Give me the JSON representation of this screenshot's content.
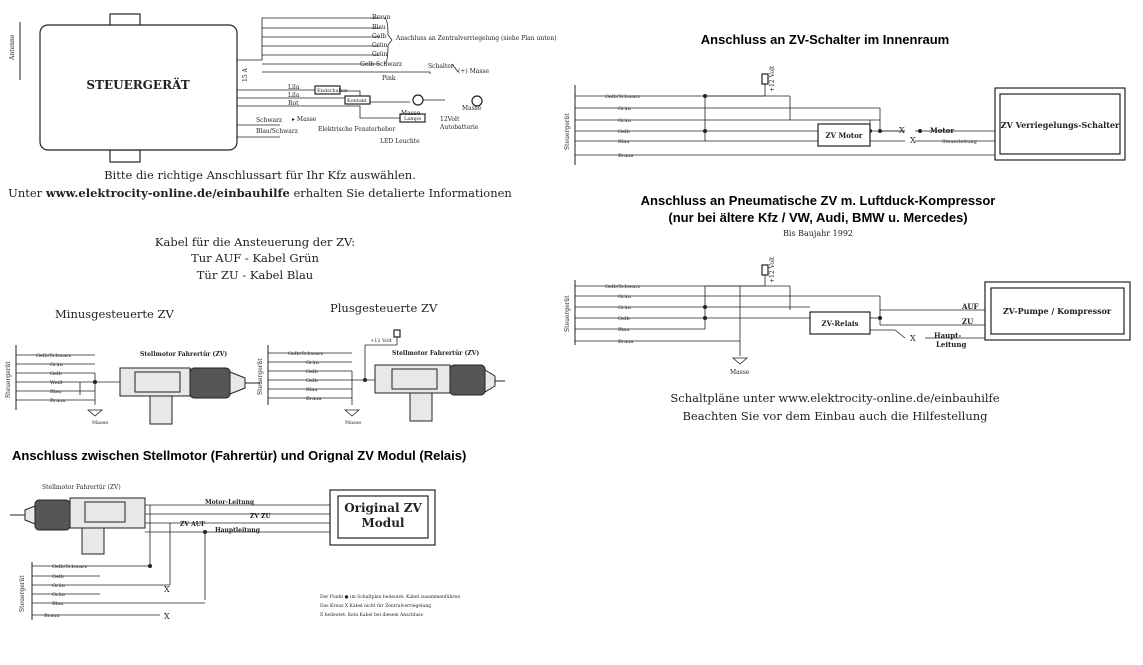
{
  "top_left": {
    "antenna": "Antenne",
    "unit": "STEUERGERÄT",
    "fuse": "15 A",
    "wires": [
      "Braun",
      "Blau",
      "Gelb",
      "Grün",
      "Grün",
      "Gelb Schwarz",
      "Pink",
      "Lila",
      "Lila",
      "Rot",
      "Schwarz",
      "Blau/Schwarz"
    ],
    "zv_note": "Anschluss an Zentralverriegelung (siehe Plan unten)",
    "switch": "Schalter",
    "masse": "Masse",
    "plus_masse": "(+) Masse",
    "masse2": "Masse",
    "auto": "Autobatterie",
    "volt12": "12Volt",
    "endschalter": "Endschalter",
    "kontakt": "Kontakt",
    "lampe": "Lampe",
    "fenster": "Elektrische Fensterheber",
    "led": "LED Leuchte",
    "masse_arrow": "▸ Masse",
    "note1": "Bitte die richtige Anschlussart für Ihr Kfz auswählen.",
    "note2_pre": "Unter ",
    "note2_link": "www.elektrocity-online.de/einbauhilfe",
    "note2_post": " erhalten Sie detalierte Informationen"
  },
  "cable": {
    "line1": "Kabel für die Ansteuerung der ZV:",
    "line2": "Tur AUF  -  Kabel Grün",
    "line3": "Tür ZU  -  Kabel Blau"
  },
  "minus": {
    "title": "Minusgesteuerte ZV",
    "side": "Steuergerät",
    "wires": [
      "Gelb/Schwarz",
      "Grün",
      "Gelb",
      "Weiß",
      "Blau",
      "Braun"
    ],
    "motor": "Stellmotor Fahrertür (ZV)",
    "masse": "Masse"
  },
  "plus": {
    "title": "Plusgesteuerte ZV",
    "side": "Steuergerät",
    "wires": [
      "Gelb/Schwarz",
      "Grün",
      "Gelb",
      "Gelb",
      "Blau",
      "Braun"
    ],
    "motor": "Stellmotor Fahrertür (ZV)",
    "volt": "+12 Volt",
    "masse": "Masse"
  },
  "bottom": {
    "title": "Anschluss zwischen Stellmotor (Fahrertür) und Orignal ZV Modul (Relais)",
    "motor": "Stellmotor Fahrertür (ZV)",
    "motor_line": "Motor-Leitung",
    "zv_zu": "ZV ZU",
    "zv_auf": "ZV AUF",
    "haupt": "Hauptleitung",
    "module_line1": "Original ZV",
    "module_line2": "Modul",
    "side": "Steuergerät",
    "wires": [
      "Gelb/Schwarz",
      "Gelb",
      "Grün",
      "Grün",
      "Blau",
      "Braun"
    ],
    "x": "X",
    "legend1": "Der Punkt ● im Schaltplan bedeutet: Kabel zusammenführen",
    "legend2": "Das Kreuz X Kabel nicht für Zentralverriegelung",
    "legend3": "X bedeutet: Kein Kabel bei diesem Anschluss"
  },
  "right_top": {
    "title": "Anschluss an ZV-Schalter im Innenraum",
    "side": "Steuergerät",
    "volt": "+12 Volt",
    "wires": [
      "Gelb/Schwarz",
      "Grün",
      "Grün",
      "Gelb",
      "Blau",
      "Braun"
    ],
    "motor_box": "ZV Motor",
    "motor": "Motor",
    "steuer": "Steuerleitung",
    "switch_box": "ZV Verriegelungs-Schalter",
    "x": "X"
  },
  "right_mid": {
    "title1": "Anschluss an Pneumatische ZV m. Luftduck-Kompressor",
    "title2": "(nur bei ältere Kfz / VW, Audi, BMW u. Mercedes)",
    "subtitle": "Bis Baujahr 1992",
    "side": "Steuergerät",
    "volt": "+12 Volt",
    "wires": [
      "Gelb/Schwarz",
      "Grün",
      "Grün",
      "Gelb",
      "Blau",
      "Braun"
    ],
    "relais": "ZV-Relais",
    "auf": "AUF",
    "zu": "ZU",
    "haupt1": "Haupt-",
    "haupt2": "Leitung",
    "pump": "ZV-Pumpe / Kompressor",
    "masse": "Masse",
    "x": "X",
    "note1": "Schaltpläne unter www.elektrocity-online.de/einbauhilfe",
    "note2": "Beachten Sie vor dem Einbau auch die Hilfestellung"
  }
}
